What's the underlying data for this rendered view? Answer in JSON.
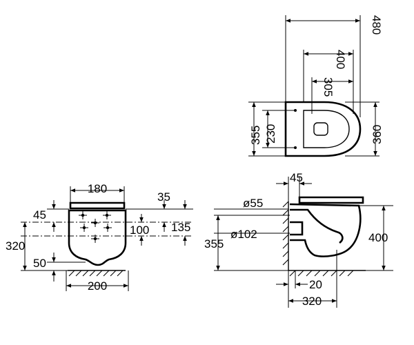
{
  "top_view": {
    "width_total": "480",
    "width_seat": "400",
    "width_inner": "305",
    "depth_outer": "355",
    "depth_inner": "230",
    "depth_total": "360"
  },
  "front_view": {
    "top_width": "180",
    "top_offset": "45",
    "right_offset": "35",
    "drain_height": "100",
    "total_right": "135",
    "height": "320",
    "bottom_offset": "50",
    "base_width": "200"
  },
  "side_view": {
    "wall_gap": "45",
    "inlet_diameter": "ø55",
    "outlet_diameter": "ø102",
    "height_outlet": "355",
    "height_total": "400",
    "wall_offset": "20",
    "depth": "320"
  }
}
